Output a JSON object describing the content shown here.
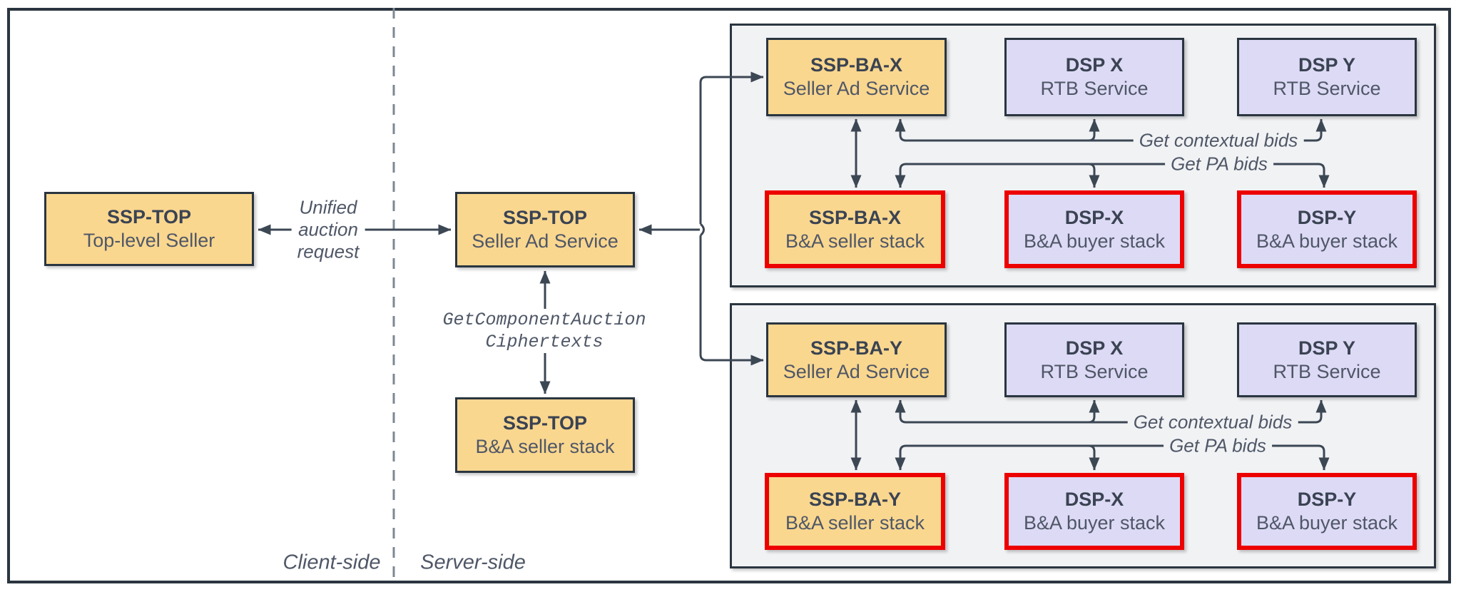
{
  "divider": {
    "client_label": "Client-side",
    "server_label": "Server-side"
  },
  "nodes": {
    "top_seller": {
      "title": "SSP-TOP",
      "subtitle": "Top-level Seller"
    },
    "seller_ad": {
      "title": "SSP-TOP",
      "subtitle": "Seller Ad Service"
    },
    "ba_stack": {
      "title": "SSP-TOP",
      "subtitle": "B&A seller stack"
    }
  },
  "labels": {
    "unified": [
      "Unified",
      "auction",
      "request"
    ],
    "get_component": [
      "GetComponentAuction",
      "Ciphertexts"
    ]
  },
  "groups": [
    {
      "seller_ad": {
        "title": "SSP-BA-X",
        "subtitle": "Seller Ad Service"
      },
      "dsp_x": {
        "title": "DSP X",
        "subtitle": "RTB Service"
      },
      "dsp_y": {
        "title": "DSP Y",
        "subtitle": "RTB Service"
      },
      "seller_stack": {
        "title": "SSP-BA-X",
        "subtitle": "B&A seller stack"
      },
      "buyer_x": {
        "title": "DSP-X",
        "subtitle": "B&A buyer stack"
      },
      "buyer_y": {
        "title": "DSP-Y",
        "subtitle": "B&A buyer stack"
      },
      "contextual_label": "Get contextual bids",
      "pa_label": "Get PA bids"
    },
    {
      "seller_ad": {
        "title": "SSP-BA-Y",
        "subtitle": "Seller Ad Service"
      },
      "dsp_x": {
        "title": "DSP X",
        "subtitle": "RTB Service"
      },
      "dsp_y": {
        "title": "DSP Y",
        "subtitle": "RTB Service"
      },
      "seller_stack": {
        "title": "SSP-BA-Y",
        "subtitle": "B&A seller stack"
      },
      "buyer_x": {
        "title": "DSP-X",
        "subtitle": "B&A buyer stack"
      },
      "buyer_y": {
        "title": "DSP-Y",
        "subtitle": "B&A buyer stack"
      },
      "contextual_label": "Get contextual bids",
      "pa_label": "Get PA bids"
    }
  ],
  "colors": {
    "seller_fill": "#FAD78F",
    "buyer_fill": "#DDDAF6",
    "highlight_border": "#ED0000",
    "line": "#3C4754",
    "group_bg": "#F1F2F4",
    "dark_border": "#2A3540"
  }
}
